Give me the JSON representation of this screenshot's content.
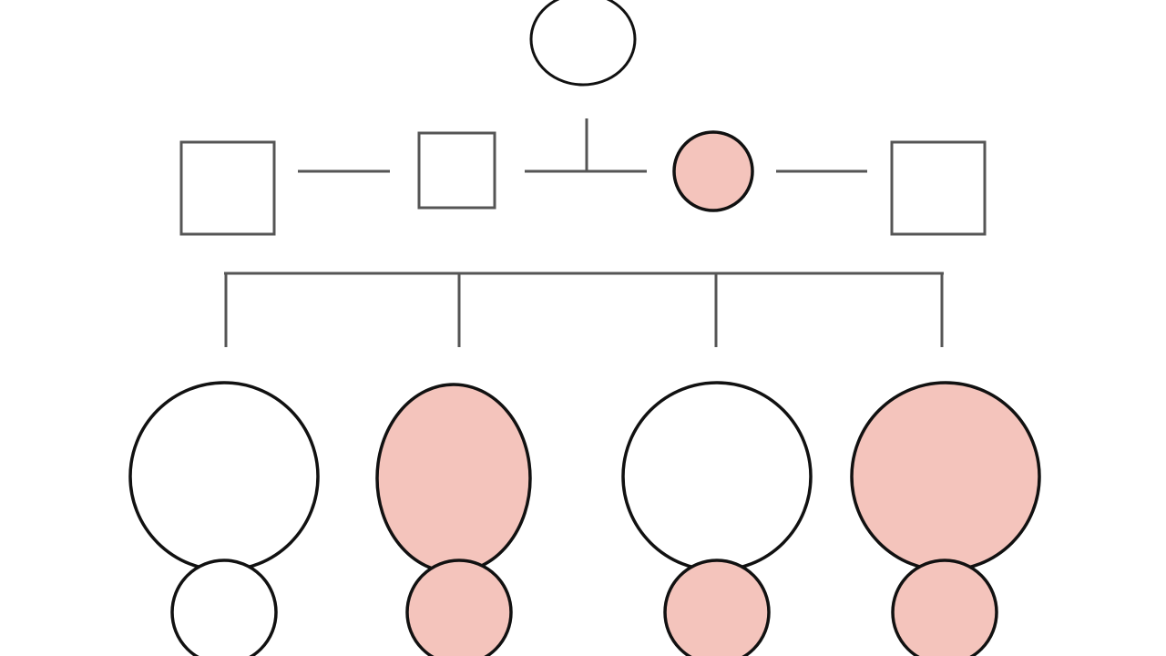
{
  "colors": {
    "background": "#ffffff",
    "affected_fill": "#f4c4bc",
    "unaffected_fill": "#ffffff",
    "outline_dark": "#111111",
    "outline_gray": "#555555",
    "line_gray": "#555555"
  },
  "pedigree": {
    "notation": "pedigree-chart",
    "text_labels": [],
    "generation_1": [
      {
        "id": "g1-female",
        "symbol": "circle",
        "sex": "female",
        "affected": false
      }
    ],
    "generation_2": [
      {
        "id": "g2-male-a",
        "symbol": "square",
        "sex": "male",
        "affected": false
      },
      {
        "id": "g2-male-b",
        "symbol": "square",
        "sex": "male",
        "affected": false
      },
      {
        "id": "g2-female",
        "symbol": "circle",
        "sex": "female",
        "affected": true
      },
      {
        "id": "g2-male-c",
        "symbol": "square",
        "sex": "male",
        "affected": false
      }
    ],
    "generation_3": [
      {
        "id": "g3-1",
        "large_affected": false,
        "small_affected": false
      },
      {
        "id": "g3-2",
        "large_affected": true,
        "small_affected": true
      },
      {
        "id": "g3-3",
        "large_affected": false,
        "small_affected": true
      },
      {
        "id": "g3-4",
        "large_affected": true,
        "small_affected": true
      }
    ]
  }
}
